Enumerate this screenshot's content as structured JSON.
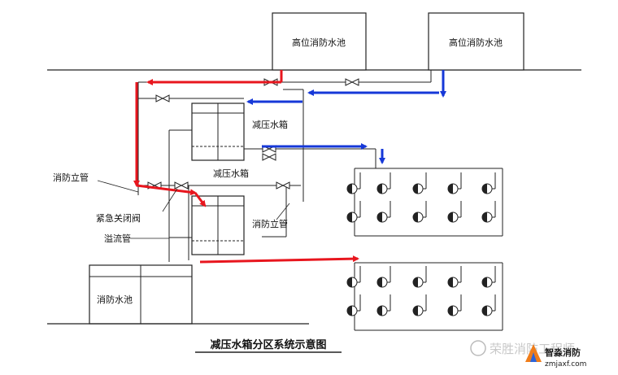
{
  "labels": {
    "tank_high_left": "高位消防水池",
    "tank_high_right": "高位消防水池",
    "box_upper": "减压水箱",
    "box_lower": "减压水箱",
    "riser_left": "消防立管",
    "riser_right": "消防立管",
    "emergency_valve": "紧急关闭阀",
    "overflow_pipe": "溢流管",
    "pool": "消防水池"
  },
  "title": "减压水箱分区系统示意图",
  "watermark": "荣胜消防工程师",
  "logo": {
    "text": "智淼消防",
    "url": "zmjaxf.com"
  },
  "colors": {
    "supply": "#e8161e",
    "flow": "#1638d8",
    "line": "#222222"
  }
}
